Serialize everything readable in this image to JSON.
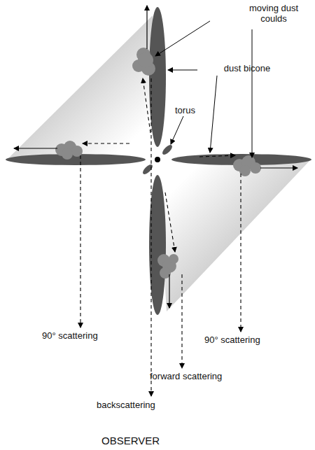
{
  "diagram": {
    "labels": [
      "moving dust coulds",
      "dust bicone",
      "torus",
      "90° scattering",
      "90° scattering",
      "forward scattering",
      "backscattering",
      "OBSERVER"
    ]
  }
}
